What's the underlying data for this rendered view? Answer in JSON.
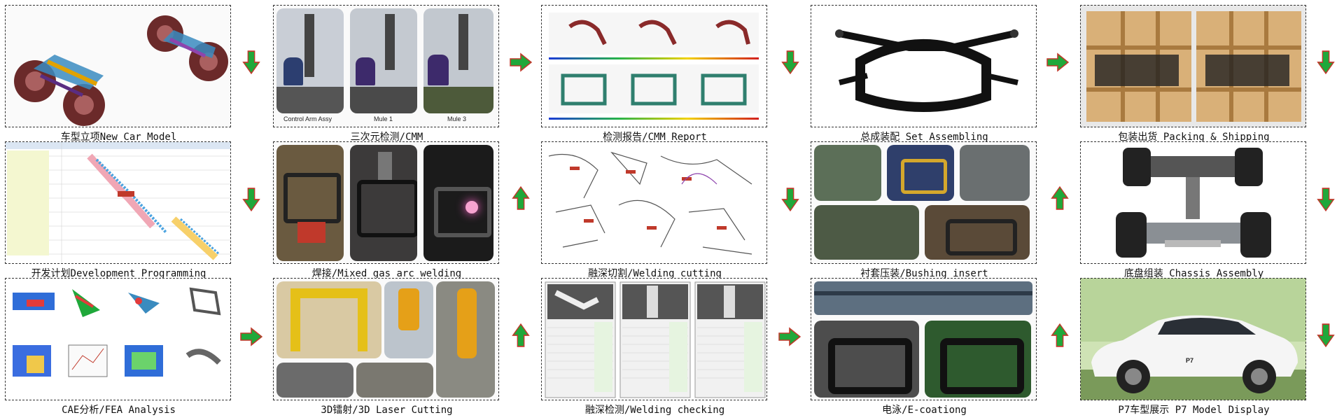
{
  "flow": {
    "cells": [
      {
        "id": "r1c1",
        "caption": "车型立项New Car Model"
      },
      {
        "id": "r1c2",
        "caption": "三次元检测/CMM",
        "subs": [
          "Control Arm Assy",
          "Mule 1",
          "Mule 3"
        ]
      },
      {
        "id": "r1c3",
        "caption": "检测报告/CMM Report"
      },
      {
        "id": "r1c4",
        "caption": "总成装配 Set Assembling"
      },
      {
        "id": "r1c5",
        "caption": "包装出货 Packing & Shipping"
      },
      {
        "id": "r2c1",
        "caption": "开发计划Development Programming"
      },
      {
        "id": "r2c2",
        "caption": "焊接/Mixed gas arc welding"
      },
      {
        "id": "r2c3",
        "caption": "融深切割/Welding cutting"
      },
      {
        "id": "r2c4",
        "caption": "衬套压装/Bushing insert"
      },
      {
        "id": "r2c5",
        "caption": "底盘组装 Chassis Assembly"
      },
      {
        "id": "r3c1",
        "caption": "CAE分析/FEA Analysis"
      },
      {
        "id": "r3c2",
        "caption": "3D镭射/3D Laser Cutting"
      },
      {
        "id": "r3c3",
        "caption": "融深检测/Welding checking"
      },
      {
        "id": "r3c4",
        "caption": "电泳/E-coationg"
      },
      {
        "id": "r3c5",
        "caption": "P7车型展示 P7 Model Display",
        "car_badge": "P7"
      }
    ]
  },
  "colors": {
    "arrow_fill": "#1fa83a",
    "arrow_stroke": "#c0392b",
    "frame": "#333333"
  }
}
